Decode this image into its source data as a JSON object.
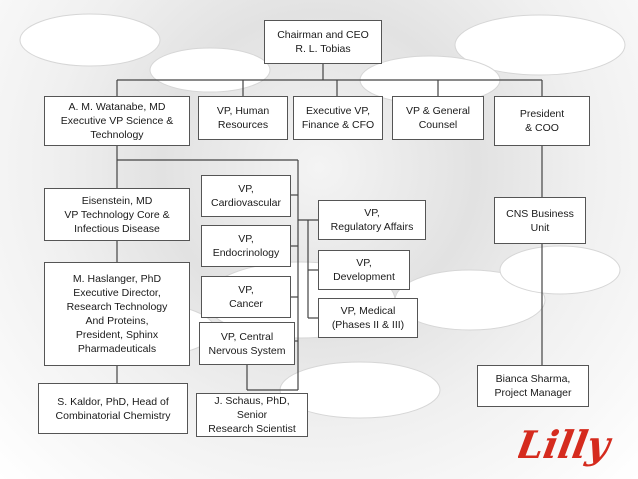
{
  "nodes": {
    "ceo": "Chairman and CEO\nR. L. Tobias",
    "watanabe": "A. M. Watanabe, MD\nExecutive VP Science &\nTechnology",
    "vp_hr": "VP, Human\nResources",
    "evp_finance": "Executive VP,\nFinance & CFO",
    "vp_counsel": "VP & General\nCounsel",
    "president": "President\n& COO",
    "eisenstein": "Eisenstein, MD\nVP Technology Core &\nInfectious Disease",
    "haslanger": "M. Haslanger, PhD\nExecutive Director,\nResearch Technology\nAnd Proteins,\nPresident, Sphinx\nPharmadeuticals",
    "kaldor": "S. Kaldor, PhD, Head of\nCombinatorial Chemistry",
    "vp_cardio": "VP,\nCardiovascular",
    "vp_endo": "VP,\nEndocrinology",
    "vp_cancer": "VP,\nCancer",
    "vp_cns": "VP,  Central\nNervous System",
    "schaus": "J. Schaus, PhD, Senior\nResearch Scientist",
    "vp_regulatory": "VP,\nRegulatory Affairs",
    "vp_development": "VP,\nDevelopment",
    "vp_medical": "VP,  Medical\n(Phases II & III)",
    "cns_unit": "CNS Business\nUnit",
    "sharma": "Bianca Sharma,\nProject Manager"
  },
  "logo_text": "Lilly",
  "colors": {
    "logo_red": "#d52b1e",
    "line": "#444444",
    "box_border": "#555555"
  }
}
